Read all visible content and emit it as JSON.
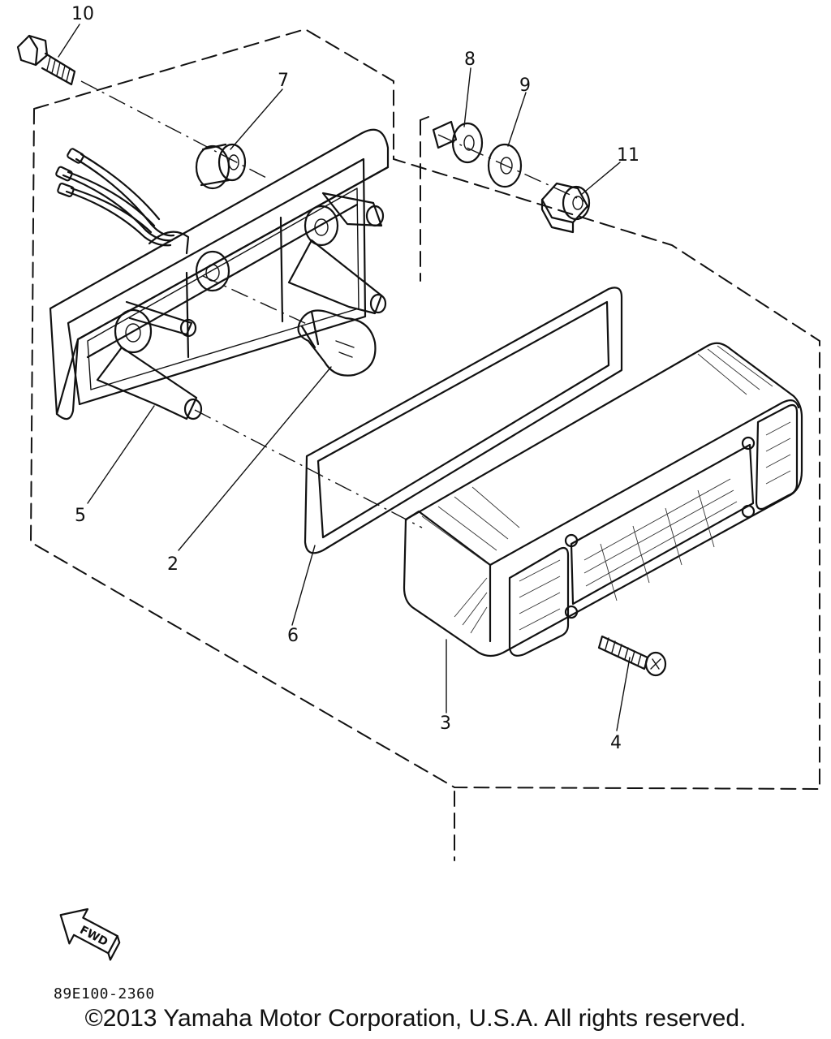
{
  "callouts": {
    "c1": "2",
    "c2": "3",
    "c3": "4",
    "c4": "5",
    "c5": "6",
    "c6": "7",
    "c7": "8",
    "c8": "9",
    "c9": "10",
    "c10": "11"
  },
  "direction_label": "FWD",
  "diagram_code": "89E100-2360",
  "copyright": "©2013 Yamaha Motor Corporation, U.S.A. All rights reserved."
}
